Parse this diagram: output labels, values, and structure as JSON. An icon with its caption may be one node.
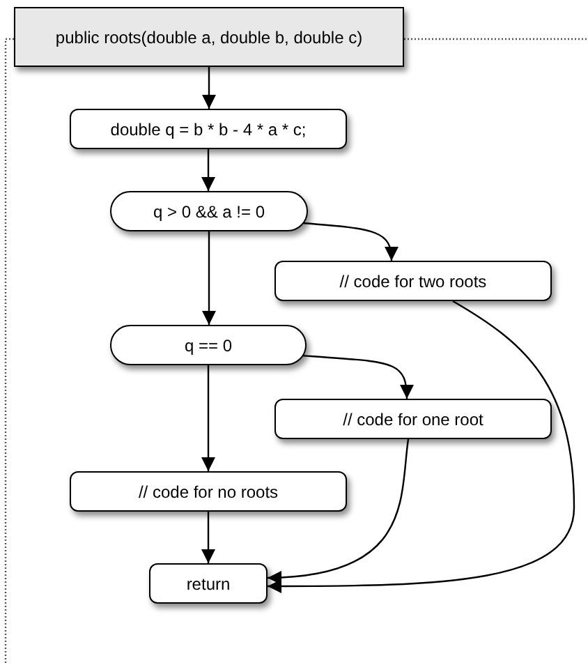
{
  "diagram": {
    "nodes": [
      {
        "text": [
          "public roots(double a, double b, double c)"
        ]
      },
      {
        "text": [
          "double q = b * b - 4 * a * c;"
        ]
      },
      {
        "text": [
          "q > 0 && a != 0"
        ]
      },
      {
        "text": [
          "// code for two roots"
        ]
      },
      {
        "text": [
          "q == 0"
        ]
      },
      {
        "text": [
          "// code for one root"
        ]
      },
      {
        "text": [
          "// code for no roots"
        ]
      },
      {
        "text": [
          "return"
        ]
      }
    ],
    "edges": [
      {
        "from": 0,
        "to": 1,
        "arrow": "to"
      },
      {
        "from": 1,
        "to": 2,
        "arrow": "to"
      },
      {
        "from": 2,
        "to": 3,
        "arrow": "to"
      },
      {
        "from": 2,
        "to": 4,
        "arrow": "to"
      },
      {
        "from": 4,
        "to": 5,
        "arrow": "to"
      },
      {
        "from": 4,
        "to": 6,
        "arrow": "to"
      },
      {
        "from": 6,
        "to": 7,
        "arrow": "to"
      },
      {
        "from": 5,
        "to": 7,
        "arrow": "to"
      },
      {
        "from": 3,
        "to": 7,
        "arrow": "to"
      }
    ]
  }
}
